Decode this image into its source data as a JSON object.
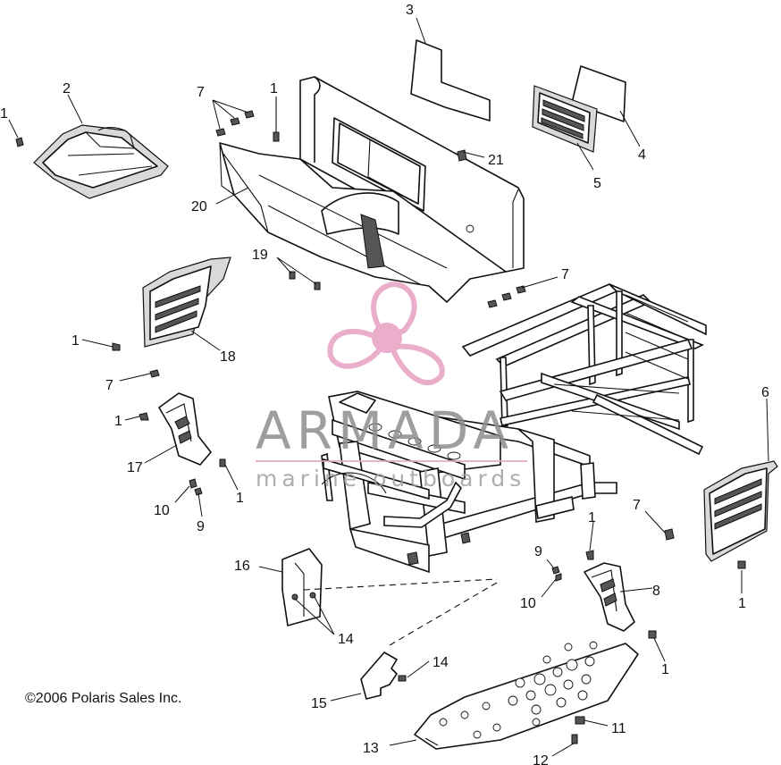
{
  "diagram": {
    "copyright": "©2006 Polaris Sales Inc.",
    "watermark": {
      "brand": "ARMADA",
      "tagline": "marine outboards",
      "logo_color": "#e8a6c6"
    },
    "callouts": [
      {
        "id": "c1a",
        "label": "1"
      },
      {
        "id": "c1b",
        "label": "1"
      },
      {
        "id": "c1c",
        "label": "1"
      },
      {
        "id": "c1d",
        "label": "1"
      },
      {
        "id": "c1e",
        "label": "1"
      },
      {
        "id": "c1f",
        "label": "1"
      },
      {
        "id": "c1g",
        "label": "1"
      },
      {
        "id": "c1h",
        "label": "1"
      },
      {
        "id": "c2",
        "label": "2"
      },
      {
        "id": "c3",
        "label": "3"
      },
      {
        "id": "c4",
        "label": "4"
      },
      {
        "id": "c5",
        "label": "5"
      },
      {
        "id": "c6",
        "label": "6"
      },
      {
        "id": "c7a",
        "label": "7"
      },
      {
        "id": "c7b",
        "label": "7"
      },
      {
        "id": "c7c",
        "label": "7"
      },
      {
        "id": "c7d",
        "label": "7"
      },
      {
        "id": "c8",
        "label": "8"
      },
      {
        "id": "c9a",
        "label": "9"
      },
      {
        "id": "c9b",
        "label": "9"
      },
      {
        "id": "c10a",
        "label": "10"
      },
      {
        "id": "c10b",
        "label": "10"
      },
      {
        "id": "c11",
        "label": "11"
      },
      {
        "id": "c12",
        "label": "12"
      },
      {
        "id": "c13",
        "label": "13"
      },
      {
        "id": "c14a",
        "label": "14"
      },
      {
        "id": "c14b",
        "label": "14"
      },
      {
        "id": "c15",
        "label": "15"
      },
      {
        "id": "c16",
        "label": "16"
      },
      {
        "id": "c17",
        "label": "17"
      },
      {
        "id": "c18",
        "label": "18"
      },
      {
        "id": "c19",
        "label": "19"
      },
      {
        "id": "c20",
        "label": "20"
      },
      {
        "id": "c21",
        "label": "21"
      }
    ]
  }
}
